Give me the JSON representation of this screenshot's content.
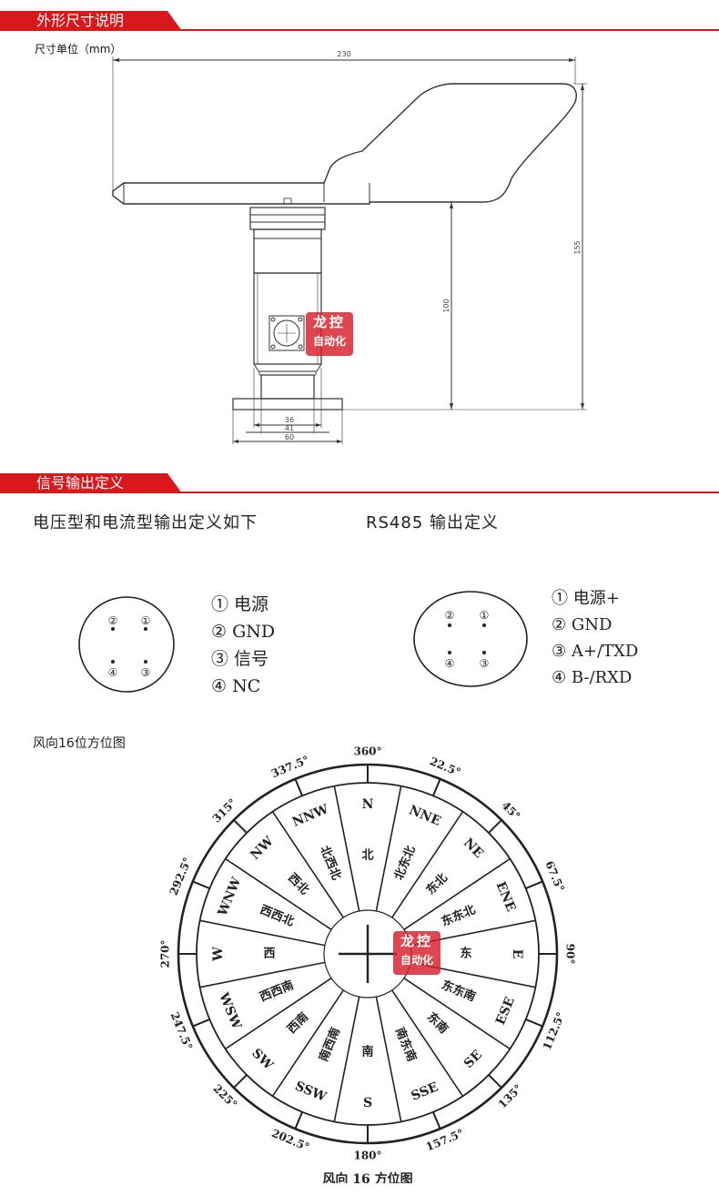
{
  "sections": {
    "dimensions": {
      "title": "外形尺寸说明",
      "unit_note": "尺寸单位（mm）"
    },
    "signal": {
      "title": "信号输出定义"
    }
  },
  "drawing": {
    "dim_total_width": "230",
    "dim_total_height": "155",
    "dim_body_height": "100",
    "dim_36": "36",
    "dim_41": "41",
    "dim_60": "60"
  },
  "signal": {
    "voltage_title": "电压型和电流型输出定义如下",
    "rs485_title": "RS485 输出定义",
    "pins": [
      "②",
      "①",
      "④",
      "③"
    ],
    "voltage_legend": [
      "① 电源",
      "② GND",
      "③ 信号",
      "④ NC"
    ],
    "rs485_legend": [
      "① 电源+",
      "② GND",
      "③ A+/TXD",
      "④ B-/RXD"
    ]
  },
  "compass": {
    "caption": "风向16位方位图",
    "bottom_caption": "风向 16 方位图",
    "degrees": [
      "360°",
      "22.5°",
      "45°",
      "67.5°",
      "90°",
      "112.5°",
      "135°",
      "157.5°",
      "180°",
      "202.5°",
      "225°",
      "247.5°",
      "270°",
      "292.5°",
      "315°",
      "337.5°"
    ],
    "directions_en": [
      "N",
      "NNE",
      "NE",
      "ENE",
      "E",
      "ESE",
      "SE",
      "SSE",
      "S",
      "SSW",
      "SW",
      "WSW",
      "W",
      "WNW",
      "NW",
      "NNW"
    ],
    "directions_cn": [
      "北",
      "北东北",
      "东北",
      "东东北",
      "东",
      "东东南",
      "东南",
      "南东南",
      "南",
      "南西南",
      "西南",
      "西西南",
      "西",
      "西西北",
      "西北",
      "北西北"
    ]
  },
  "watermark": {
    "line1": "龙控",
    "line2": "自动化"
  }
}
